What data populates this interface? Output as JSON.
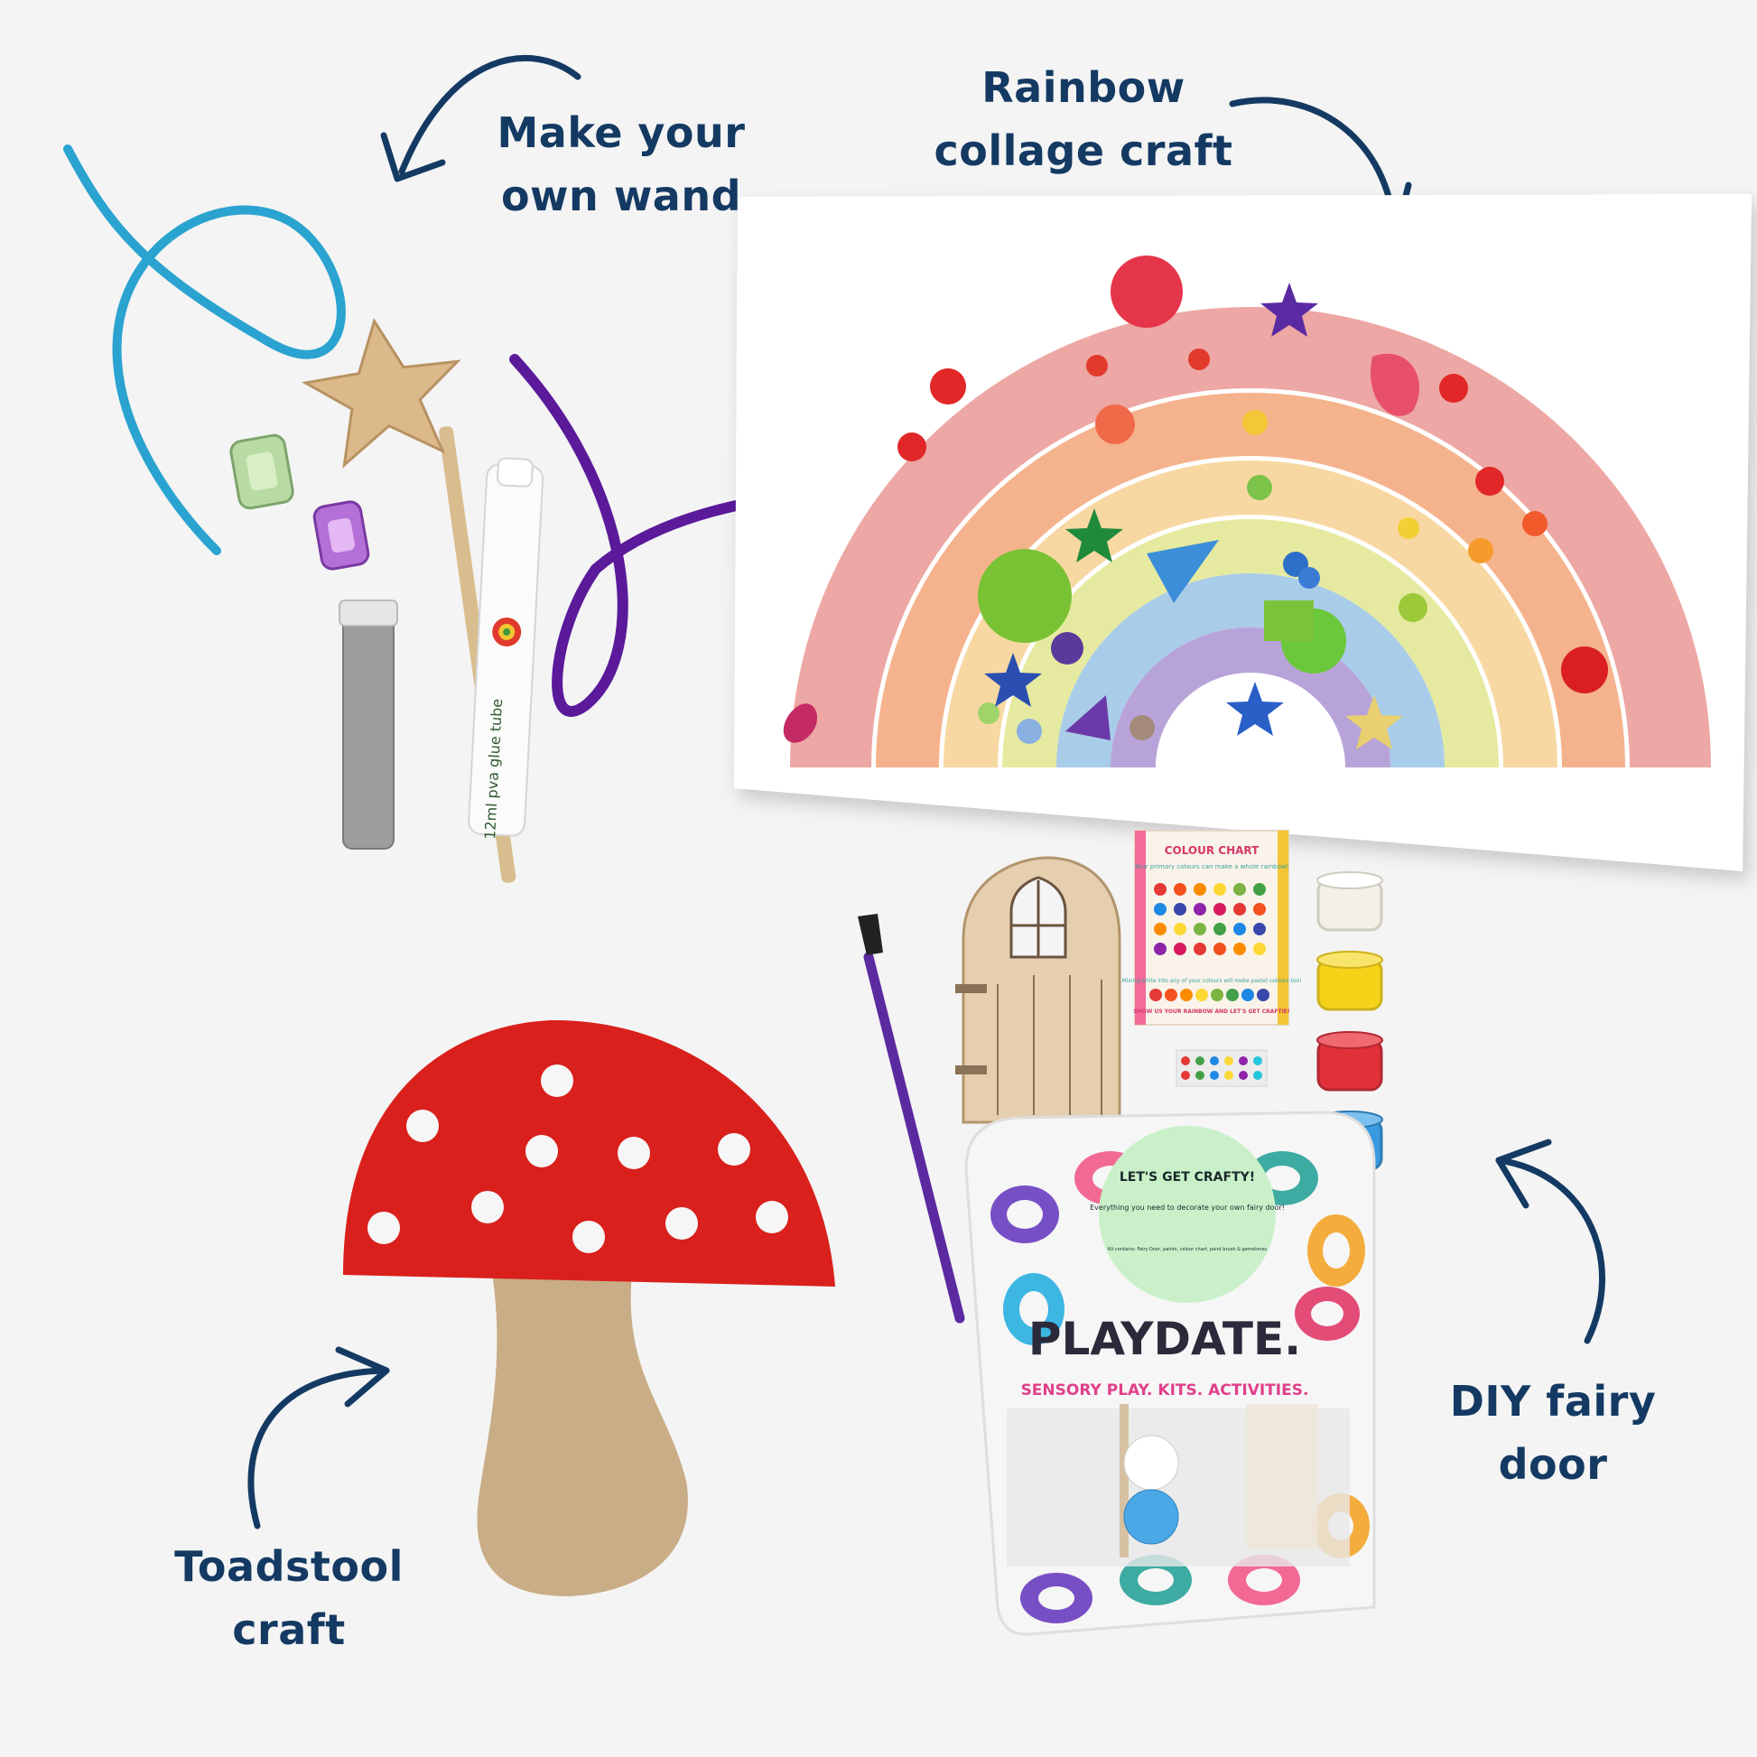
{
  "labels": {
    "wand": [
      "Make your",
      "own wand"
    ],
    "rainbow": [
      "Rainbow",
      "collage craft"
    ],
    "door": [
      "DIY fairy",
      "door"
    ],
    "toadstool": [
      "Toadstool",
      "craft"
    ]
  },
  "glue_tube": {
    "text": "12ml pva glue tube"
  },
  "colour_chart": {
    "title": "COLOUR CHART",
    "subtitle": "Your primary colours can make a whole rainbow!",
    "note": "Mixing white into any of your colours will make pastel colours too!",
    "footer": "SHOW US YOUR RAINBOW AND LET'S GET CRAFTIE!"
  },
  "package": {
    "sticker_title": "LET'S GET CRAFTY!",
    "sticker_text": "Everything you need to decorate your own fairy door!",
    "sticker_small": "Kit contains: Fairy Door, paints, colour chart, paint brush & gemstones",
    "brand": "PLAYDATE.",
    "tagline": "SENSORY PLAY. KITS. ACTIVITIES."
  },
  "colors": {
    "label_text": "#143a63",
    "toadstool_cap": "#d9201c",
    "toadstool_stem": "#c9ad86",
    "ribbon_blue": "#2aa3d0",
    "ribbon_purple": "#5a1a9a",
    "background": "#f4f4f4"
  }
}
